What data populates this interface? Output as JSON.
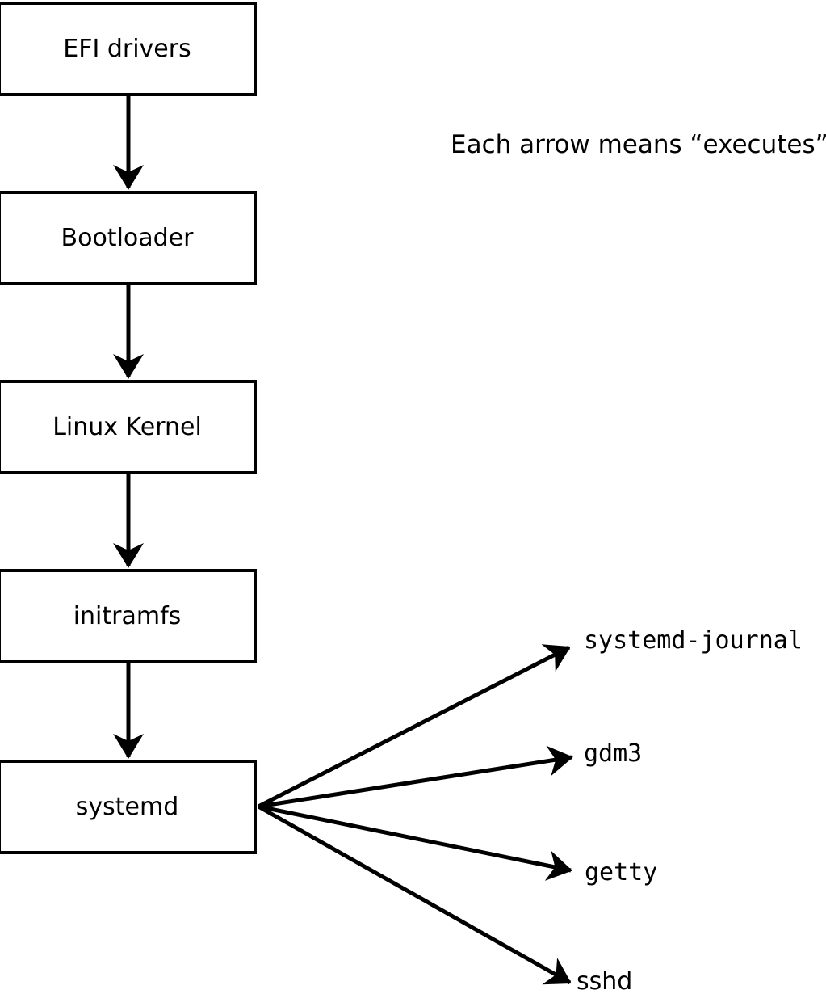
{
  "legend": {
    "note": "Each arrow means “executes”."
  },
  "chain": [
    {
      "label": "EFI drivers"
    },
    {
      "label": "Bootloader"
    },
    {
      "label": "Linux Kernel"
    },
    {
      "label": "initramfs"
    },
    {
      "label": "systemd"
    }
  ],
  "spawned": [
    {
      "label": "systemd-journal"
    },
    {
      "label": "gdm3"
    },
    {
      "label": "getty"
    },
    {
      "label": "sshd"
    }
  ],
  "colors": {
    "line": "#000000",
    "box_fill": "#ffffff",
    "text": "#000000",
    "background": "#ffffff"
  }
}
